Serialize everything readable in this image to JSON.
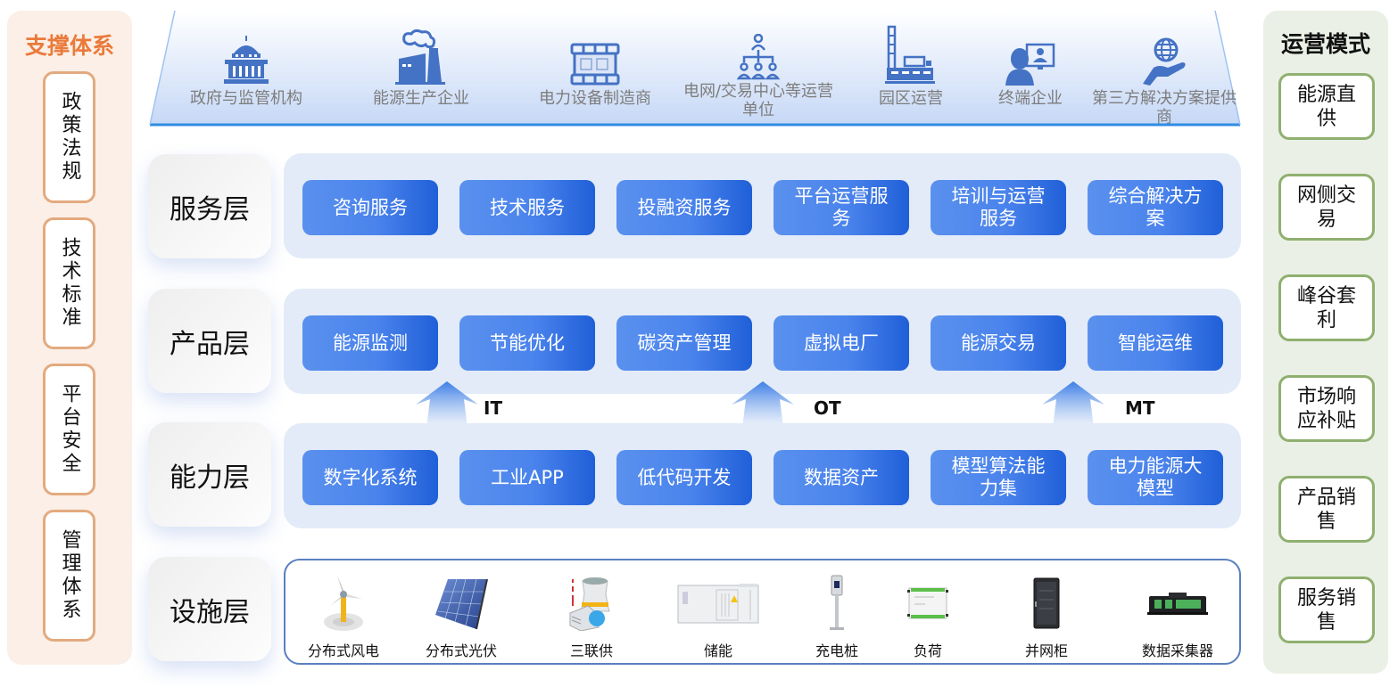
{
  "support_system": {
    "title": "支撑体系",
    "items": [
      "政策法规",
      "技术标准",
      "平台安全",
      "管理体系"
    ]
  },
  "operation_mode": {
    "title": "运营模式",
    "items": [
      "能源直供",
      "网侧交易",
      "峰谷套利",
      "市场响应补贴",
      "产品销售",
      "服务销售"
    ]
  },
  "stakeholders": [
    {
      "label": "政府与监管机构",
      "icon": "government-building-icon"
    },
    {
      "label": "能源生产企业",
      "icon": "factory-icon"
    },
    {
      "label": "电力设备制造商",
      "icon": "power-equipment-icon"
    },
    {
      "label": "电网/交易中心等运营单位",
      "icon": "org-hierarchy-icon"
    },
    {
      "label": "园区运营",
      "icon": "industrial-park-icon"
    },
    {
      "label": "终端企业",
      "icon": "end-user-icon"
    },
    {
      "label": "第三方解决方案提供商",
      "icon": "globe-hand-icon"
    }
  ],
  "layers": {
    "service": {
      "label": "服务层",
      "items": [
        "咨询服务",
        "技术服务",
        "投融资服务",
        "平台运营服务",
        "培训与运营服务",
        "综合解决方案"
      ]
    },
    "product": {
      "label": "产品层",
      "items": [
        "能源监测",
        "节能优化",
        "碳资产管理",
        "虚拟电厂",
        "能源交易",
        "智能运维"
      ]
    },
    "capability": {
      "label": "能力层",
      "items": [
        "数字化系统",
        "工业APP",
        "低代码开发",
        "数据资产",
        "模型算法能力集",
        "电力能源大模型"
      ]
    },
    "facility": {
      "label": "设施层",
      "items": [
        {
          "label": "分布式风电",
          "icon": "wind-turbine-icon"
        },
        {
          "label": "分布式光伏",
          "icon": "solar-panel-icon"
        },
        {
          "label": "三联供",
          "icon": "cchp-plant-icon"
        },
        {
          "label": "储能",
          "icon": "energy-storage-icon"
        },
        {
          "label": "充电桩",
          "icon": "charging-pile-icon"
        },
        {
          "label": "负荷",
          "icon": "load-module-icon"
        },
        {
          "label": "并网柜",
          "icon": "grid-cabinet-icon"
        },
        {
          "label": "数据采集器",
          "icon": "data-collector-icon"
        }
      ]
    }
  },
  "flow_tags": [
    "IT",
    "OT",
    "MT"
  ],
  "colors": {
    "chip_blue": "#4a83ec",
    "chip_blue_dark": "#1f5fd8",
    "support_orange": "#ea7a3a",
    "support_border": "#e3aa7f",
    "operation_green": "#8fb06f",
    "icon_blue": "#4472c4",
    "row_bg": "#e3ebf8"
  }
}
